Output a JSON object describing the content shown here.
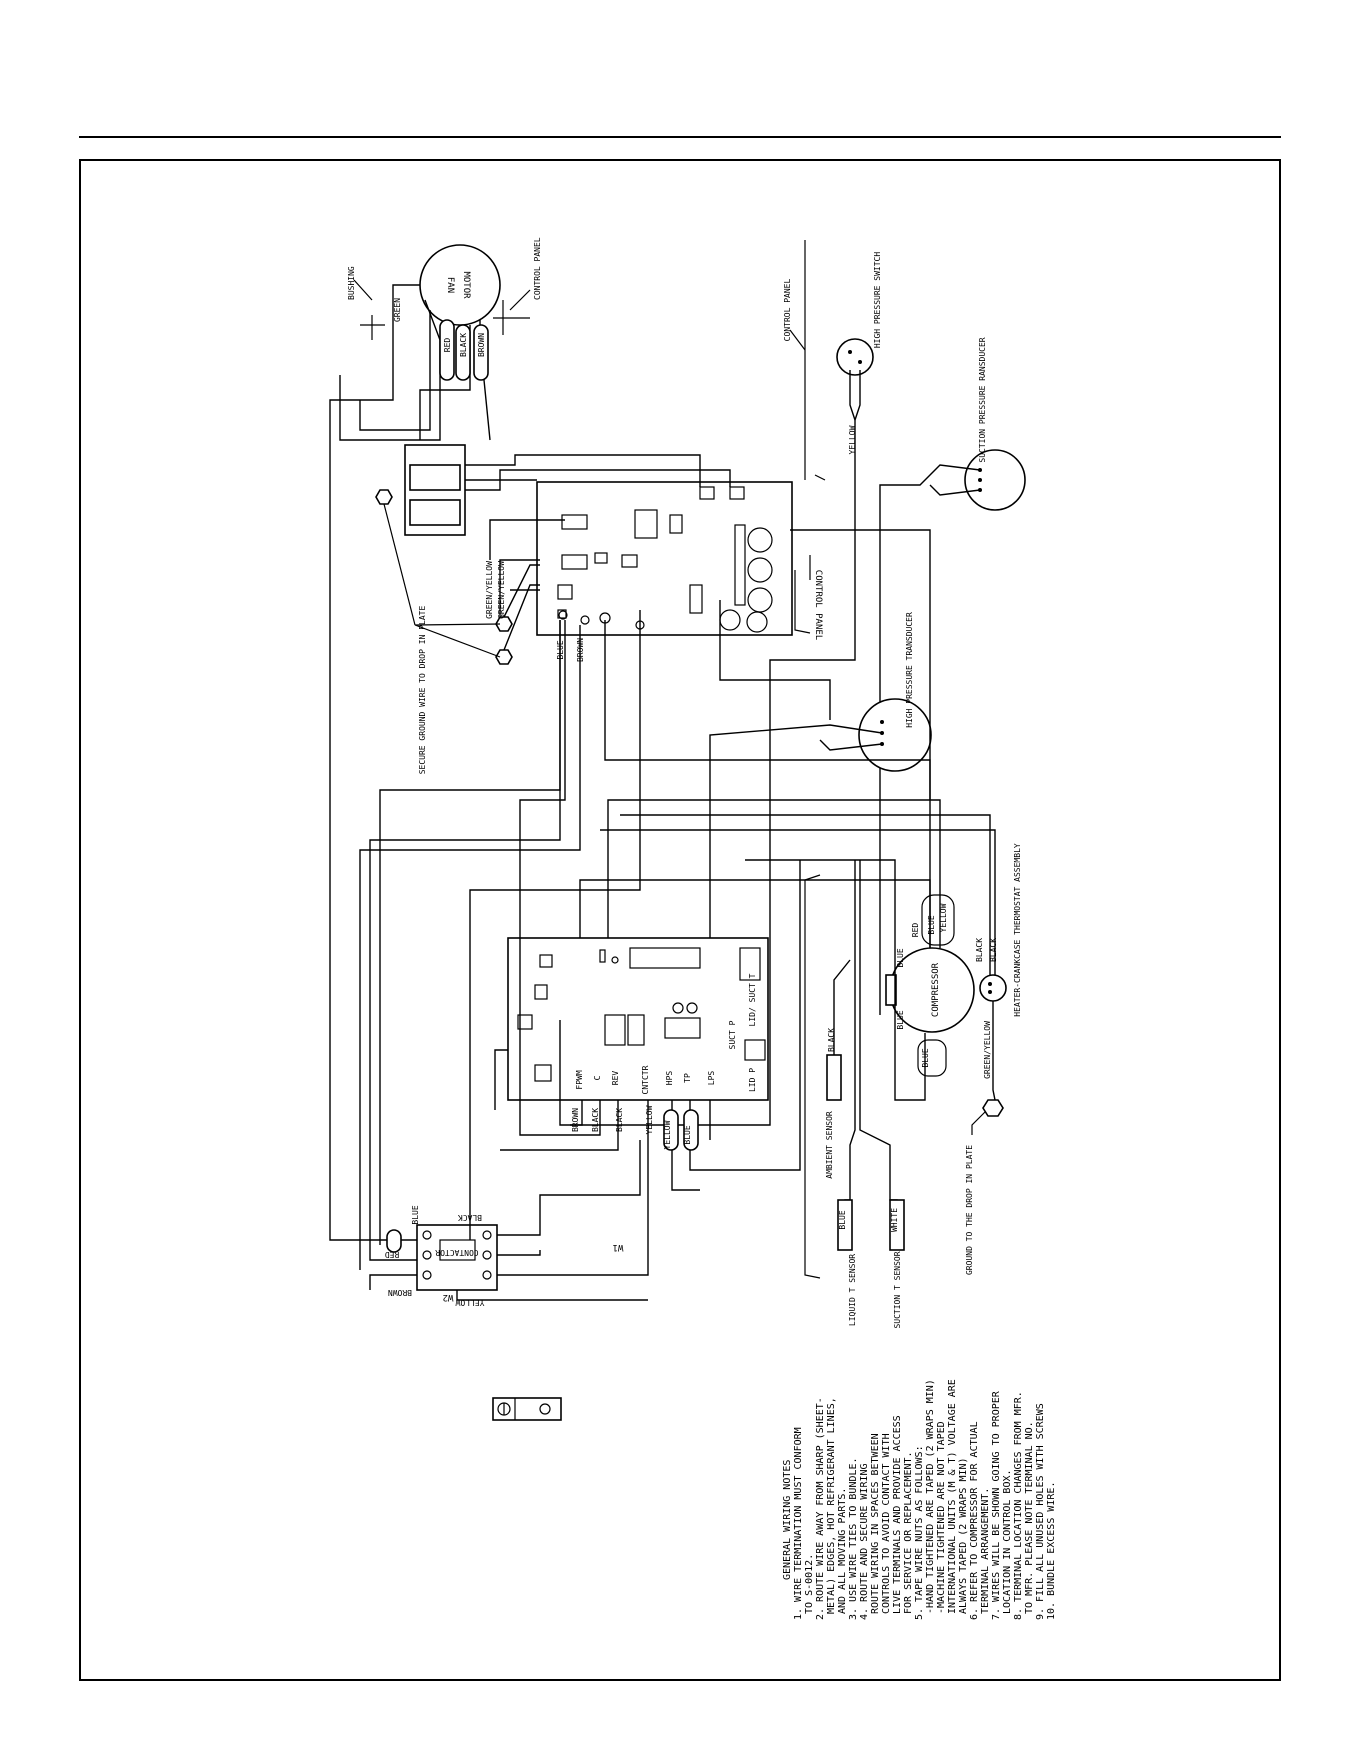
{
  "colors": {
    "ink": "#000000",
    "paper": "#ffffff"
  },
  "labels": {
    "bushing": "BUSHING",
    "fan_motor_1": "FAN",
    "fan_motor_2": "MOTOR",
    "control_panel_top": "CONTROL PANEL",
    "control_panel_mid": "CONTROL PANEL",
    "control_panel_box": "CONTROL PANEL",
    "high_pressure_switch": "HIGH PRESSURE SWITCH",
    "suction_pressure_transducer": "SUCTION PRESSURE RANSDUCER",
    "high_pressure_transducer": "HIGH PRESSURE TRANSDUCER",
    "compressor": "COMPRESSOR",
    "heater_crankcase": "HEATER-CRANKCASE THERMOSTAT ASSEMBLY",
    "secure_ground": "SECURE GROUND WIRE TO DROP IN PLATE",
    "ground_to_drop": "GROUND TO THE DROP IN PLATE",
    "ambient_sensor": "AMBIENT SENSOR",
    "liquid_t_sensor": "LIQUID T SENSOR",
    "suction_t_sensor": "SUCTION T SENSOR",
    "contactor": "CONTACTOR",
    "w1": "W1",
    "w2": "W2",
    "lid_suct_t": "LID/ SUCT T",
    "suct_p": "SUCT P",
    "lid_p": "LID P",
    "terminals": [
      "FPWM",
      "C",
      "REV",
      "CNTCTR",
      "HPS",
      "TP",
      "LPS"
    ]
  },
  "wire_labels": {
    "green": "GREEN",
    "red": "RED",
    "black": "BLACK",
    "brown": "BROWN",
    "yellow": "YELLOW",
    "blue": "BLUE",
    "white": "WHITE",
    "green_yellow": "GREEN/YELLOW"
  },
  "notes": {
    "title": "GENERAL WIRING NOTES",
    "lines": [
      "1. WIRE TERMINATION MUST CONFORM",
      "   TO S-0012.",
      "2. ROUTE WIRE AWAY FROM SHARP (SHEET-",
      "   METAL) EDGES, HOT REFRIGERANT LINES,",
      "   AND ALL MOVING PARTS.",
      "3. USE WIRE TIES TO BUNDLE.",
      "4. ROUTE AND SECURE WIRING",
      "   ROUTE WIRING IN SPACES BETWEEN",
      "   CONTROLS TO AVOID CONTACT WITH",
      "   LIVE TERMINALS AND PROVIDE ACCESS",
      "   FOR SERVICE OR REPLACEMENT.",
      "5. TAPE WIRE NUTS AS FOLLOWS:",
      "   -HAND TIGHTENED ARE TAPED (2 WRAPS MIN)",
      "   -MACHINE TIGHTENED ARE NOT TAPED",
      "   INTERNATIONAL UNITS (M & T) VOLTAGE ARE",
      "   ALWAYS TAPED (2 WRAPS MIN)",
      "6. REFER TO COMPRESSOR FOR ACTUAL",
      "   TERMINAL ARRANGEMENT.",
      "7. WIRES WILL BE SHOWN GOING TO PROPER",
      "   LOCATION IN CONTROL BOX.",
      "8. TERMINAL LOCATION CHANGES FROM MFR.",
      "   TO MFR. PLEASE NOTE TERMINAL NO.",
      "9. FILL ALL UNUSED HOLES WITH SCREWS",
      "10. BUNDLE EXCESS WIRE."
    ]
  }
}
